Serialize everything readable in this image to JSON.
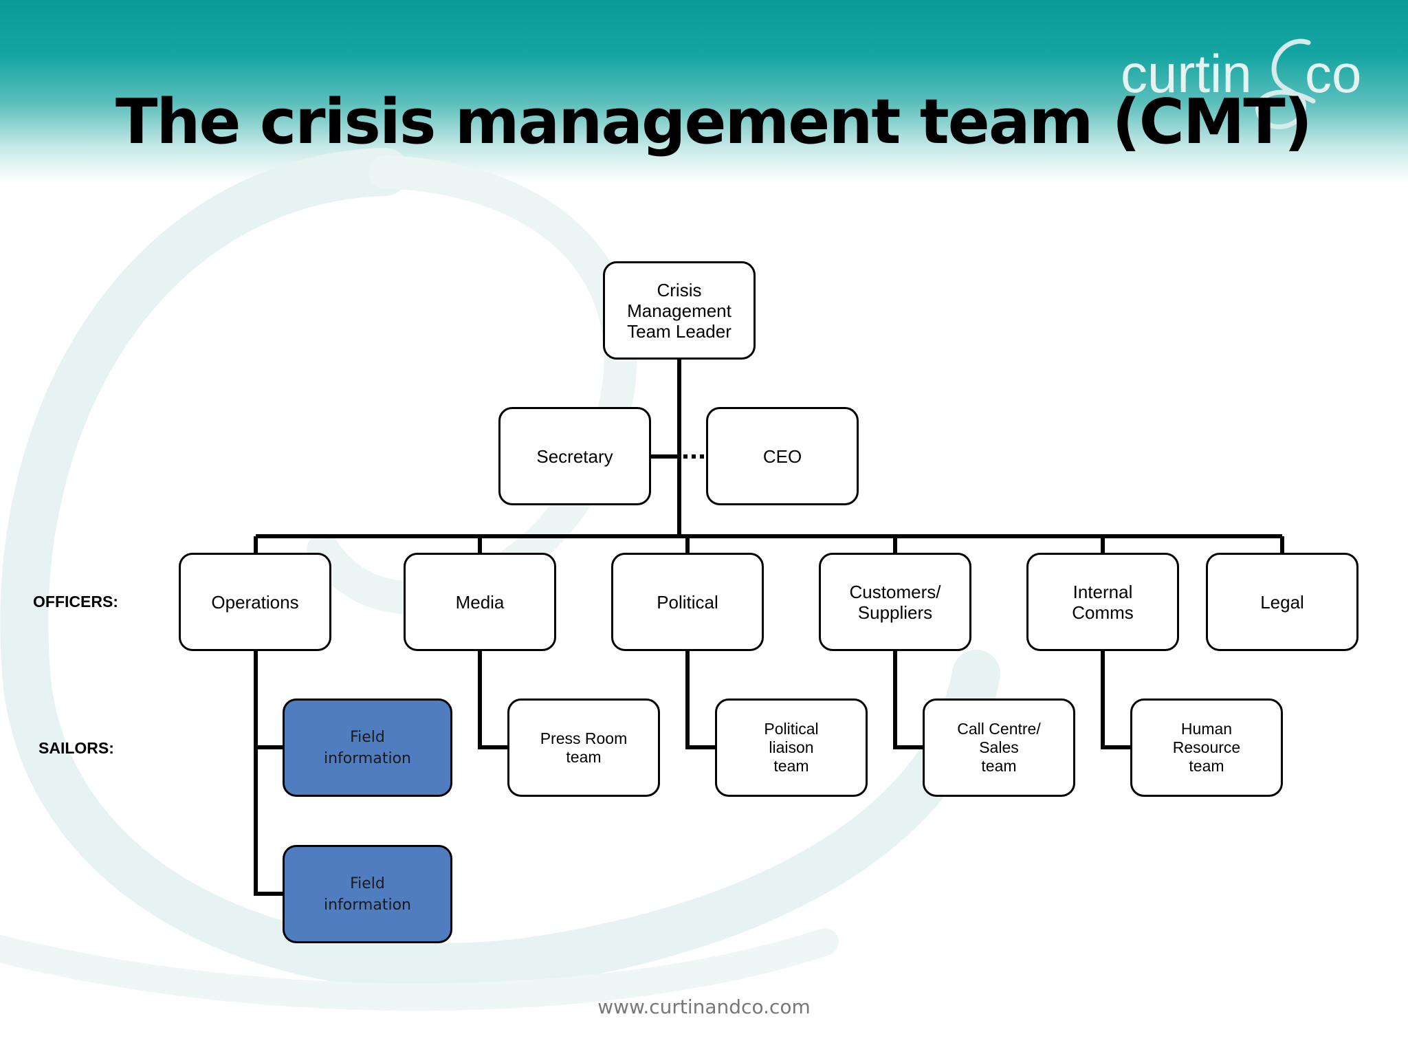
{
  "slide": {
    "title": "The crisis management team (CMT)",
    "footer": "www.curtinandco.com"
  },
  "logo": {
    "text_left": "curtin",
    "text_right": "co"
  },
  "row_labels": {
    "officers": "OFFICERS:",
    "sailors": "SAILORS:"
  },
  "nodes": {
    "leader": "Crisis Management\nTeam Leader",
    "secretary": "Secretary",
    "ceo": "CEO",
    "officers": {
      "operations": "Operations",
      "media": "Media",
      "political": "Political",
      "customers": "Customers/\nSuppliers",
      "internal": "Internal\nComms",
      "legal": "Legal"
    },
    "sailors": {
      "field1": "Field\ninformation",
      "field2": "Field\ninformation",
      "press": "Press Room\nteam",
      "liaison": "Political\nliaison\nteam",
      "callcentre": "Call Centre/\nSales\nteam",
      "hr": "Human\nResource\nteam"
    }
  },
  "colors": {
    "header_teal": "#0a9a97",
    "sailor_blue": "#4f7dbf",
    "line": "#000000"
  }
}
